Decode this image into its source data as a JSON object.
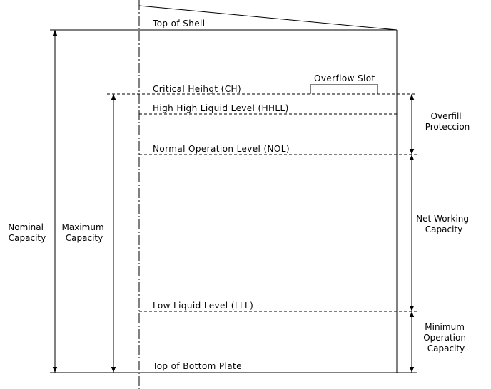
{
  "levels": {
    "top_of_shell": "Top  of  Shell",
    "critical_height": "Critical  Heihgt  (CH)",
    "overflow_slot": "Overflow  Slot",
    "hhll": "High  High  Liquid  Level  (HHLL)",
    "nol": "Normal  Operation  Level  (NOL)",
    "lll": "Low  Liquid  Level  (LLL)",
    "top_of_bottom_plate": "Top  of  Bottom  Plate"
  },
  "left_dimensions": {
    "nominal_capacity": [
      "Nominal",
      "Capacity"
    ],
    "maximum_capacity": [
      "Maximum",
      "Capacity"
    ]
  },
  "right_dimensions": {
    "overfill_protection": [
      "Overfill",
      "Proteccion"
    ],
    "net_working_capacity": [
      "Net  Working",
      "Capacity"
    ],
    "minimum_operation_capacity": [
      "Minimum",
      "Operation",
      "Capacity"
    ]
  },
  "colors": {
    "line": "#000000",
    "background": "#ffffff"
  }
}
